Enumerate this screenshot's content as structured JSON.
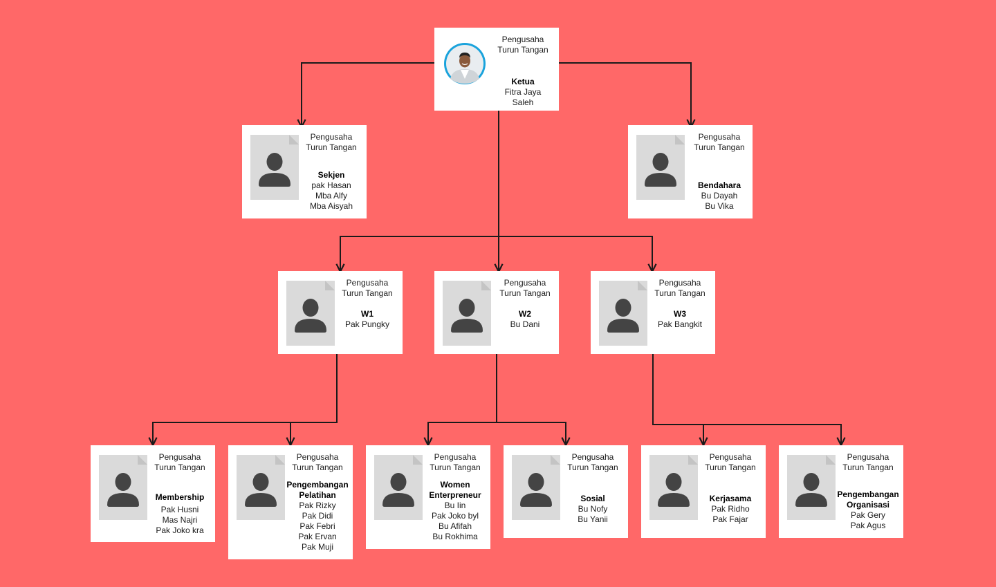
{
  "colors": {
    "background": "#ff6868",
    "card": "#ffffff",
    "line": "#1a1a1a",
    "placeholder": "#dadada",
    "silhouette": "#444444",
    "photo_ring": "#1aa3dc"
  },
  "nodes": [
    {
      "id": "ketua",
      "org": [
        "Pengusaha",
        "Turun Tangan"
      ],
      "role": [
        "Ketua"
      ],
      "members": [
        "Fitra Jaya",
        "Saleh"
      ],
      "photo": "profile-photo"
    },
    {
      "id": "sekjen",
      "org": [
        "Pengusaha",
        "Turun Tangan"
      ],
      "role": [
        "Sekjen"
      ],
      "members": [
        "pak Hasan",
        "Mba Alfy",
        "Mba Aisyah"
      ]
    },
    {
      "id": "bendahara",
      "org": [
        "Pengusaha",
        "Turun Tangan"
      ],
      "role": [
        "Bendahara"
      ],
      "members": [
        "Bu Dayah",
        "Bu Vika"
      ]
    },
    {
      "id": "w1",
      "org": [
        "Pengusaha",
        "Turun Tangan"
      ],
      "role": [
        "W1"
      ],
      "members": [
        "Pak Pungky"
      ]
    },
    {
      "id": "w2",
      "org": [
        "Pengusaha",
        "Turun Tangan"
      ],
      "role": [
        "W2"
      ],
      "members": [
        "Bu Dani"
      ]
    },
    {
      "id": "w3",
      "org": [
        "Pengusaha",
        "Turun Tangan"
      ],
      "role": [
        "W3"
      ],
      "members": [
        "Pak Bangkit"
      ]
    },
    {
      "id": "membership",
      "org": [
        "Pengusaha",
        "Turun Tangan"
      ],
      "role": [
        "Membership"
      ],
      "members": [
        "Pak Husni",
        "Mas Najri",
        "Pak Joko kra"
      ]
    },
    {
      "id": "pengembangan-pelatihan",
      "org": [
        "Pengusaha",
        "Turun Tangan"
      ],
      "role": [
        "Pengembangan",
        "Pelatihan"
      ],
      "members": [
        "Pak Rizky",
        "Pak Didi",
        "Pak Febri",
        "Pak Ervan",
        "Pak Muji"
      ]
    },
    {
      "id": "women-enterpreneur",
      "org": [
        "Pengusaha",
        "Turun Tangan"
      ],
      "role": [
        "Women",
        "Enterpreneur"
      ],
      "members": [
        "Bu Iin",
        "Pak Joko byl",
        "Bu Afifah",
        "Bu Rokhima"
      ]
    },
    {
      "id": "sosial",
      "org": [
        "Pengusaha",
        "Turun Tangan"
      ],
      "role": [
        "Sosial"
      ],
      "members": [
        "Bu Nofy",
        "Bu Yanii"
      ]
    },
    {
      "id": "kerjasama",
      "org": [
        "Pengusaha",
        "Turun Tangan"
      ],
      "role": [
        "Kerjasama"
      ],
      "members": [
        "Pak Ridho",
        "Pak Fajar"
      ]
    },
    {
      "id": "pengembangan-organisasi",
      "org": [
        "Pengusaha",
        "Turun Tangan"
      ],
      "role": [
        "Pengembangan",
        "Organisasi"
      ],
      "members": [
        "Pak Gery",
        "Pak Agus"
      ]
    }
  ],
  "edges": [
    {
      "from": "ketua",
      "to": "sekjen"
    },
    {
      "from": "ketua",
      "to": "bendahara"
    },
    {
      "from": "ketua",
      "to": "w1"
    },
    {
      "from": "ketua",
      "to": "w2"
    },
    {
      "from": "ketua",
      "to": "w3"
    },
    {
      "from": "w1",
      "to": "membership"
    },
    {
      "from": "w1",
      "to": "pengembangan-pelatihan"
    },
    {
      "from": "w2",
      "to": "women-enterpreneur"
    },
    {
      "from": "w2",
      "to": "sosial"
    },
    {
      "from": "w3",
      "to": "kerjasama"
    },
    {
      "from": "w3",
      "to": "pengembangan-organisasi"
    }
  ]
}
